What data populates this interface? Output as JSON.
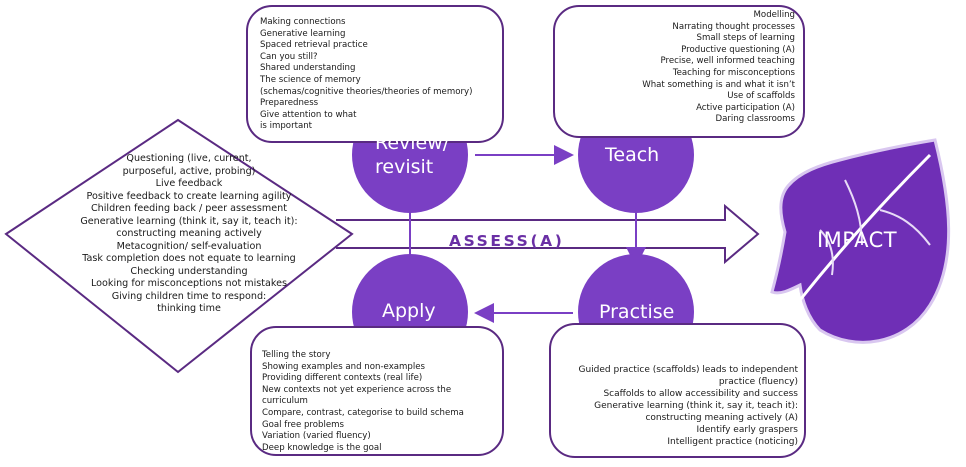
{
  "review": {
    "label_line1": "Review/",
    "label_line2": "revisit",
    "items": [
      "Making connections",
      "Generative learning",
      "Spaced retrieval practice",
      "Can you still?",
      "Shared understanding",
      "The science of memory",
      "(schemas/cognitive theories/theories of memory)",
      "Preparedness",
      "Give attention to what",
      "is important"
    ]
  },
  "teach": {
    "label": "Teach",
    "items": [
      "Modelling",
      "Narrating thought processes",
      "Small steps of learning",
      "Productive questioning (A)",
      "Precise, well informed teaching",
      "Teaching for misconceptions",
      "What something is and what it isn’t",
      "Use of scaffolds",
      "Active participation (A)",
      "Daring classrooms"
    ]
  },
  "apply": {
    "label": "Apply",
    "items": [
      "Telling the story",
      "Showing examples and non-examples",
      "Providing different contexts (real life)",
      "New contexts not yet experience across the",
      "curriculum",
      "Compare, contrast, categorise to build schema",
      "Goal free problems",
      "Variation (varied fluency)",
      "Deep knowledge is the goal"
    ]
  },
  "practise": {
    "label": "Practise",
    "items": [
      "Guided practice (scaffolds) leads to independent",
      "practice (fluency)",
      "Scaffolds to allow accessibility and success",
      "Generative learning (think it, say it, teach it):",
      "constructing meaning actively (A)",
      "Identify early graspers",
      "Intelligent practice (noticing)"
    ]
  },
  "assess": {
    "label": "ASSESS(A)",
    "items": [
      "Questioning (live, current,",
      "purposeful, active, probing)",
      "Live feedback",
      "Positive feedback to create learning agility",
      "Children feeding back / peer assessment",
      "Generative learning (think it, say it, teach it):",
      "constructing meaning actively",
      "Metacognition/ self-evaluation",
      "Task completion does not equate to learning",
      "Checking understanding",
      "Looking for misconceptions not mistakes",
      "Giving children time to respond:",
      "thinking time"
    ]
  },
  "impact": {
    "label": "IMPACT"
  },
  "colors": {
    "purple_fill": "#7a3fc4",
    "purple_dark": "#5a2a82",
    "leaf_fill": "#6f2fb6",
    "assess_text": "#6a2fa5"
  }
}
